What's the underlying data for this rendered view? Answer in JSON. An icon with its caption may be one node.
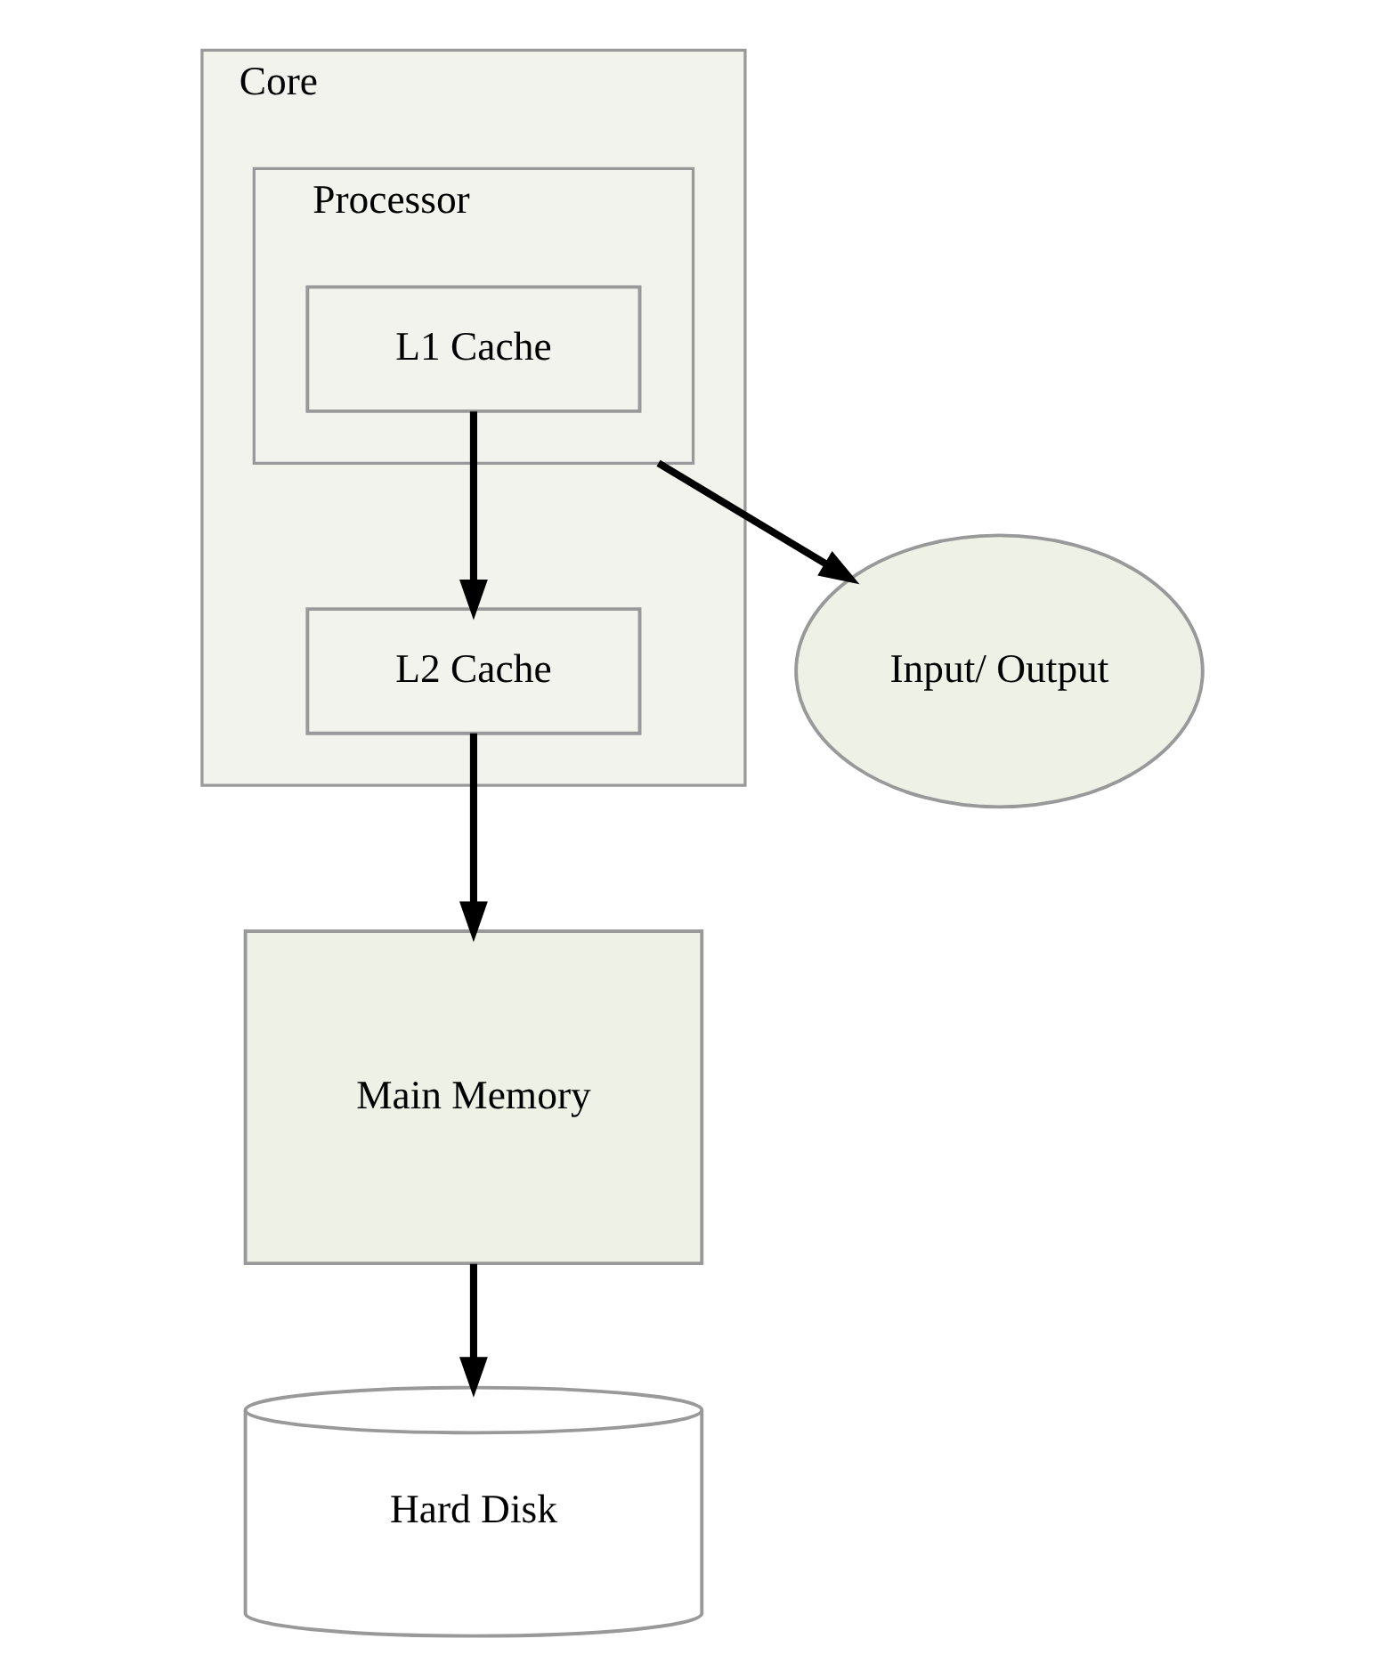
{
  "diagram": {
    "nodes": [
      {
        "text": [
          "Core"
        ]
      },
      {
        "text": [
          "Processor"
        ],
        "in": 0
      },
      {
        "text": [
          "L1 Cache"
        ],
        "in": 1
      },
      {
        "text": [
          "L2 Cache"
        ],
        "in": 0
      },
      {
        "text": [
          "Main Memory"
        ]
      },
      {
        "text": [
          "Input/ Output"
        ]
      },
      {
        "text": [
          "Hard Disk"
        ]
      }
    ],
    "edges": [
      {
        "from": 1,
        "to": 5,
        "arrow": "to"
      },
      {
        "from": 2,
        "to": 3,
        "arrow": "to"
      },
      {
        "from": 3,
        "to": 4,
        "arrow": "to"
      },
      {
        "from": 4,
        "to": 6,
        "arrow": "to"
      }
    ]
  }
}
